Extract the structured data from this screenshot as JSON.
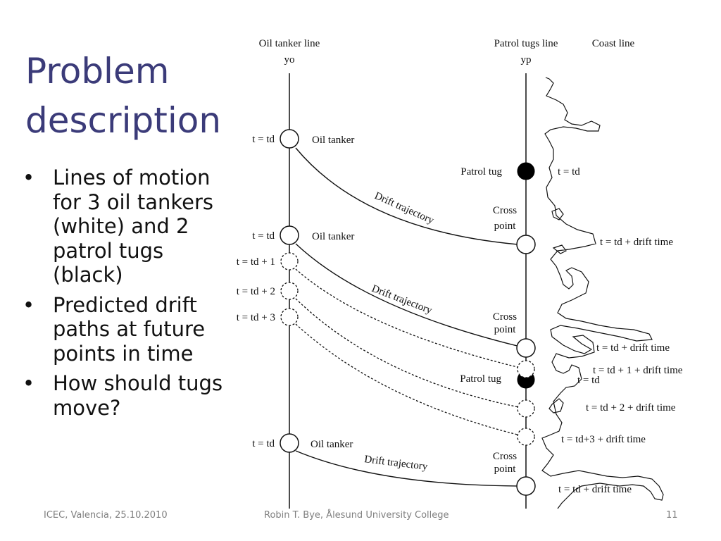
{
  "slide": {
    "title_line1": "Problem",
    "title_line2": "description",
    "bullets": [
      "Lines of motion for 3 oil tankers (white) and 2 patrol tugs (black)",
      "Predicted drift paths at future points in time",
      "How should tugs move?"
    ],
    "footer_left": "ICEC, Valencia, 25.10.2010",
    "footer_center": "Robin T. Bye, Ålesund University College",
    "page_number": "11"
  },
  "diagram": {
    "oil_tanker_line_label": "Oil tanker line",
    "oil_tanker_line_symbol": "yo",
    "patrol_tugs_line_label": "Patrol tugs line",
    "patrol_tugs_line_symbol": "yp",
    "coast_line_label": "Coast line",
    "oil_tanker_label": "Oil tanker",
    "patrol_tug_label": "Patrol tug",
    "cross_point_line1": "Cross",
    "cross_point_line2": "point",
    "drift_trajectory_label": "Drift trajectory",
    "t_td": "t = td",
    "t_td_plus_1": "t = td + 1",
    "t_td_plus_2": "t = td + 2",
    "t_td_plus_3": "t = td + 3",
    "t_td_drift": "t = td + drift time",
    "t_td_1_drift": "t = td + 1 + drift time",
    "t_td_2_drift": "t = td + 2 + drift time",
    "t_td3_drift": "t = td+3 + drift time"
  },
  "colors": {
    "title": "#3b3b79",
    "footer": "#7f7f7f",
    "tug_fill": "#000000",
    "tanker_fill": "#ffffff"
  }
}
